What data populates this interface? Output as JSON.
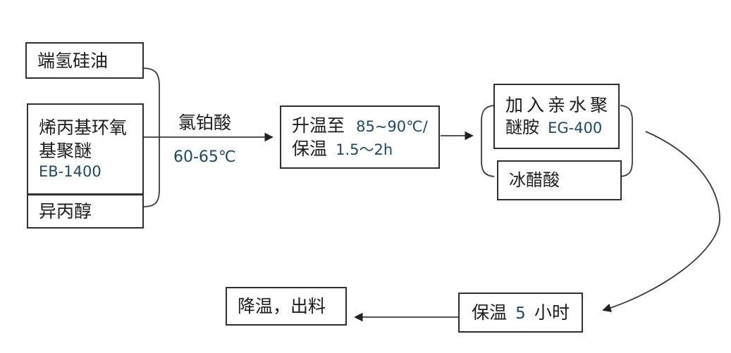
{
  "diagram": {
    "inputs": {
      "silicone_oil": "端氢硅油",
      "polyether_line1": "烯丙基环氧",
      "polyether_line2": "基聚醚",
      "polyether_code": "EB-1400",
      "isopropanol": "异丙醇"
    },
    "catalyst": {
      "name": "氯铂酸",
      "temperature": "60-65℃"
    },
    "heat_step": {
      "heat_label": "升温至",
      "heat_value": "85~90℃/",
      "hold_label": "保温",
      "hold_value": "1.5～2h"
    },
    "addition": {
      "amine_line1": "加入亲水聚",
      "amine_line2_label": "醚胺",
      "amine_line2_value": "EG-400",
      "acetic_acid": "冰醋酸"
    },
    "hold_step": {
      "pre": "保温",
      "hours": "5",
      "post": "小时"
    },
    "output_step": "降温，出料",
    "colors": {
      "line": "#3a3a3a",
      "box_border": "#2f2f2f",
      "text": "#1c1c1c",
      "number_text": "#1f4866"
    }
  }
}
